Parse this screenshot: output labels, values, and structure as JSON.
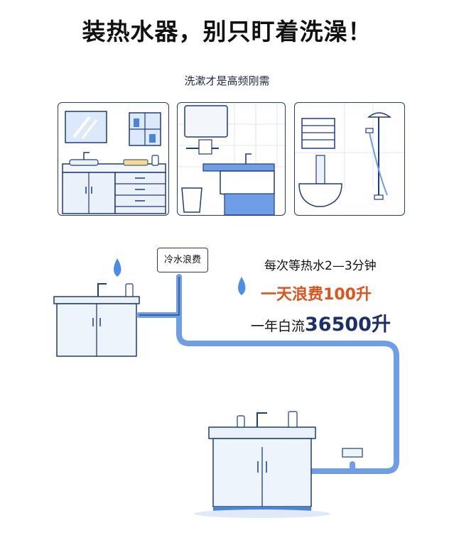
{
  "title": "装热水器，别只盯着洗澡！",
  "subtitle": "洗漱才是高频刚需",
  "scenes": [
    "bathroom-vanity",
    "washbasin",
    "shower-toilet"
  ],
  "tag_label": "冷水浪费",
  "stats": {
    "line1": "每次等热水2—3分钟",
    "line2_prefix": "一天浪费",
    "line2_value": "100",
    "line2_unit": "升",
    "line3_prefix": "一年白流",
    "line3_value": "36500",
    "line3_unit": "升"
  },
  "colors": {
    "outline": "#1f3d7a",
    "pipe": "#6d9ee6",
    "highlight": "#e0531b",
    "number": "#1b2f6b"
  }
}
